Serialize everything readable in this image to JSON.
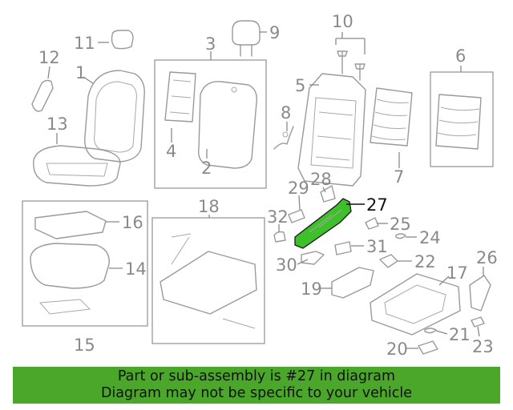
{
  "callouts": {
    "c1": "1",
    "c2": "2",
    "c3": "3",
    "c4": "4",
    "c5": "5",
    "c6": "6",
    "c7": "7",
    "c8": "8",
    "c9": "9",
    "c10": "10",
    "c11": "11",
    "c12": "12",
    "c13": "13",
    "c14": "14",
    "c15": "15",
    "c16": "16",
    "c17": "17",
    "c18": "18",
    "c19": "19",
    "c20": "20",
    "c21": "21",
    "c22": "22",
    "c23": "23",
    "c24": "24",
    "c25": "25",
    "c26": "26",
    "c27": "27",
    "c28": "28",
    "c29": "29",
    "c30": "30",
    "c31": "31",
    "c32": "32"
  },
  "highlight": {
    "part": "27",
    "color": "#3fbf2a"
  },
  "banner": {
    "line1": "Part or sub-assembly is #27 in diagram",
    "line2": "Diagram may not be specific to your vehicle",
    "color": "#4aa72a"
  }
}
